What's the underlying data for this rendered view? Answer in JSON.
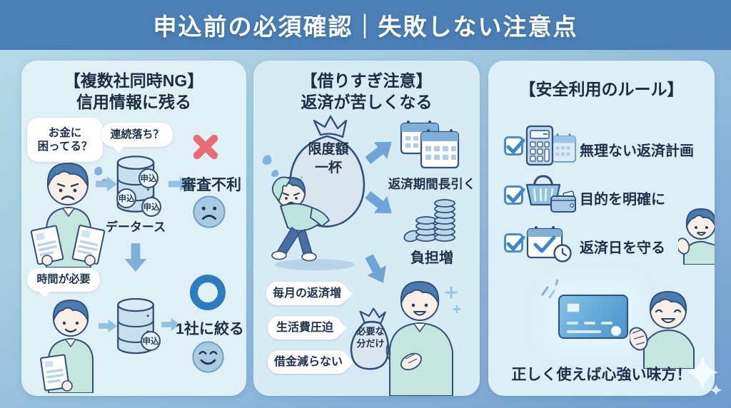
{
  "title": "申込前の必須確認｜失敗しない注意点",
  "panel1": {
    "header1": "【複数社同時NG】",
    "header2": "信用情報に残る",
    "bubble_money": "お金に\n困ってる？",
    "bubble_consecutive": "連続落ち？",
    "application_badge": "申込",
    "database_label": "データース",
    "result_bad": "審査不利",
    "bubble_time": "時間が必要",
    "result_good": "1社に絞る"
  },
  "panel2": {
    "header1": "【借りすぎ注意】",
    "header2": "返済が苦しくなる",
    "big_sack_label": "限度額\n一杯",
    "outcome_period": "返済期間長引く",
    "outcome_burden": "負担増",
    "bubble_monthly": "毎月の返済増",
    "bubble_living": "生活費圧迫",
    "bubble_debt": "借金減らない",
    "small_sack_label": "必要な\n分だけ"
  },
  "panel3": {
    "header": "【安全利用のルール】",
    "rules": [
      {
        "label": "無理ない返済計画"
      },
      {
        "label": "目的を明確に"
      },
      {
        "label": "返済日を守る"
      }
    ],
    "footer": "正しく使えば心強い味方！"
  },
  "colors": {
    "banner": "#4a80b6",
    "accent_red": "#e96c74",
    "accent_blue": "#2d7cc2"
  }
}
